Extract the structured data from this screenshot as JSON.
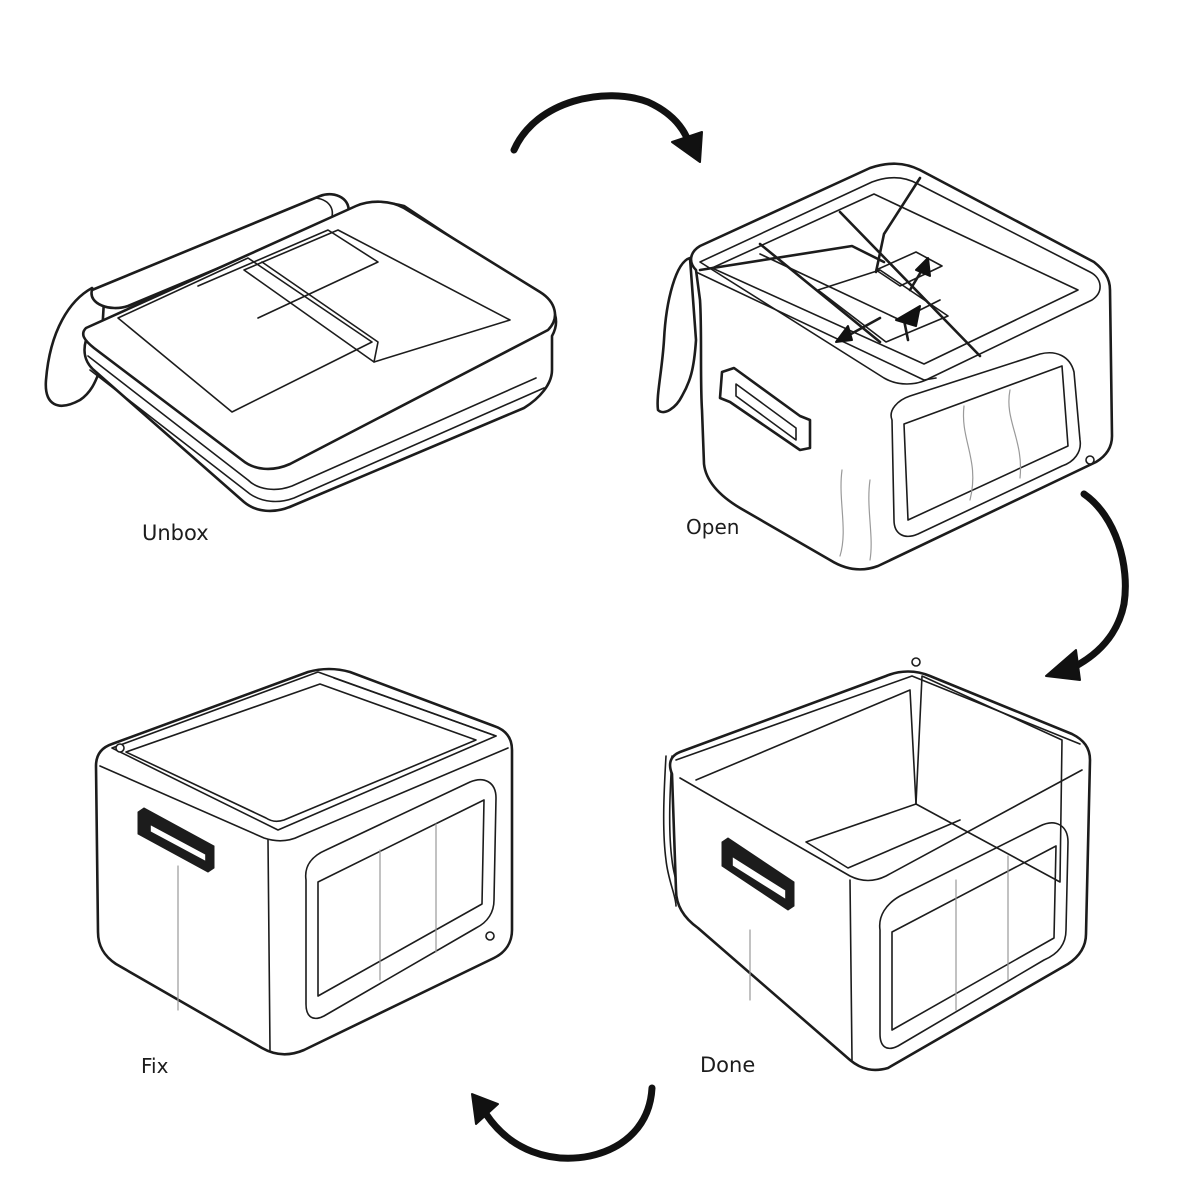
{
  "steps": [
    {
      "label": "Unbox",
      "illustration": "folded-storage-box"
    },
    {
      "label": "Open",
      "illustration": "unfolding-storage-box"
    },
    {
      "label": "Done",
      "illustration": "open-storage-box"
    },
    {
      "label": "Fix",
      "illustration": "closed-storage-box"
    }
  ],
  "flow_arrows": [
    "arrow-unbox-to-open",
    "arrow-open-to-done",
    "arrow-done-to-fix"
  ],
  "colors": {
    "line": "#1c1c1c",
    "background": "#ffffff"
  }
}
